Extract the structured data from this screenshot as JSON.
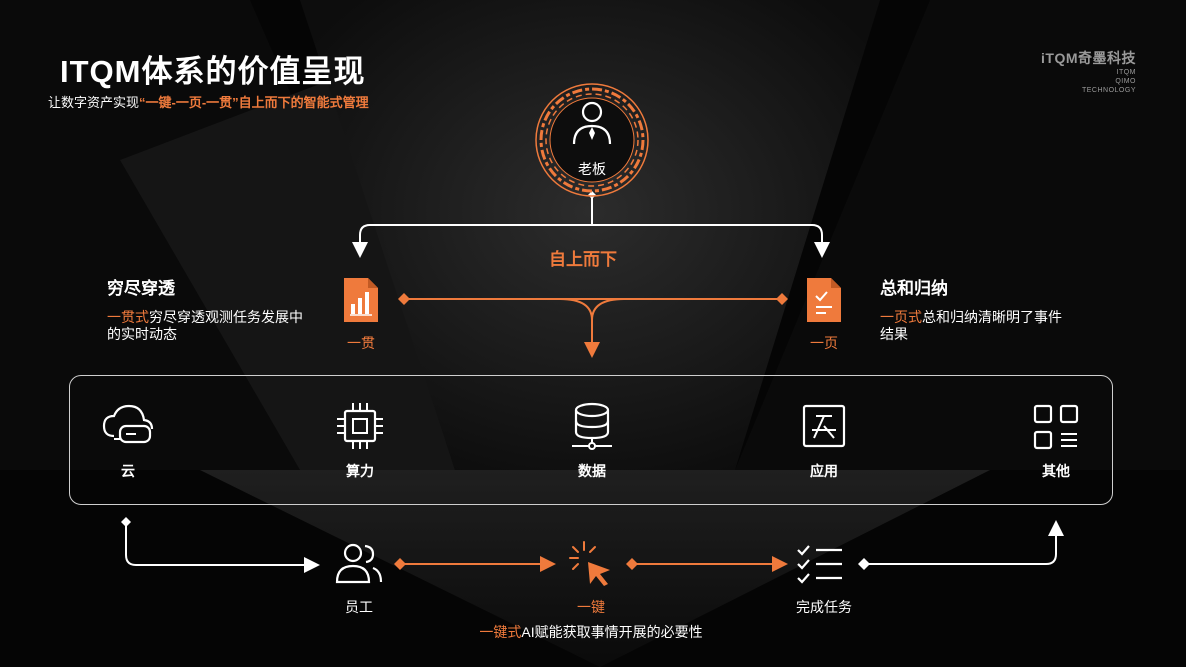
{
  "header": {
    "title": "ITQM体系的价值呈现",
    "subtitle_prefix": "让数字资产实现",
    "subtitle_highlight": "“一键-一页-一贯”自上而下的智能式管理"
  },
  "logo": {
    "main": "iTQM奇墨科技",
    "line1": "ITQM",
    "line2": "QIMO",
    "line3": "TECHNOLOGY"
  },
  "boss": {
    "label": "老板"
  },
  "flow": {
    "top_down_label": "自上而下"
  },
  "left_panel": {
    "title": "穷尽穿透",
    "highlight": "一贯式",
    "desc": "穷尽穿透观测任务发展中的实时动态",
    "icon_label": "一贯"
  },
  "right_panel": {
    "title": "总和归纳",
    "highlight": "一页式",
    "desc": "总和归纳清晰明了事件结果",
    "icon_label": "一页"
  },
  "platform": {
    "items": [
      {
        "label": "云",
        "icon": "cloud-icon"
      },
      {
        "label": "算力",
        "icon": "chip-icon"
      },
      {
        "label": "数据",
        "icon": "database-icon"
      },
      {
        "label": "应用",
        "icon": "app-icon"
      },
      {
        "label": "其他",
        "icon": "grid-icon"
      }
    ]
  },
  "bottom": {
    "staff_label": "员工",
    "one_click_label": "一键",
    "done_label": "完成任务",
    "caption_highlight": "一键式",
    "caption_rest": "AI赋能获取事情开展的必要性"
  },
  "colors": {
    "accent": "#ef7a3c",
    "background": "#050505",
    "text": "#ffffff"
  }
}
